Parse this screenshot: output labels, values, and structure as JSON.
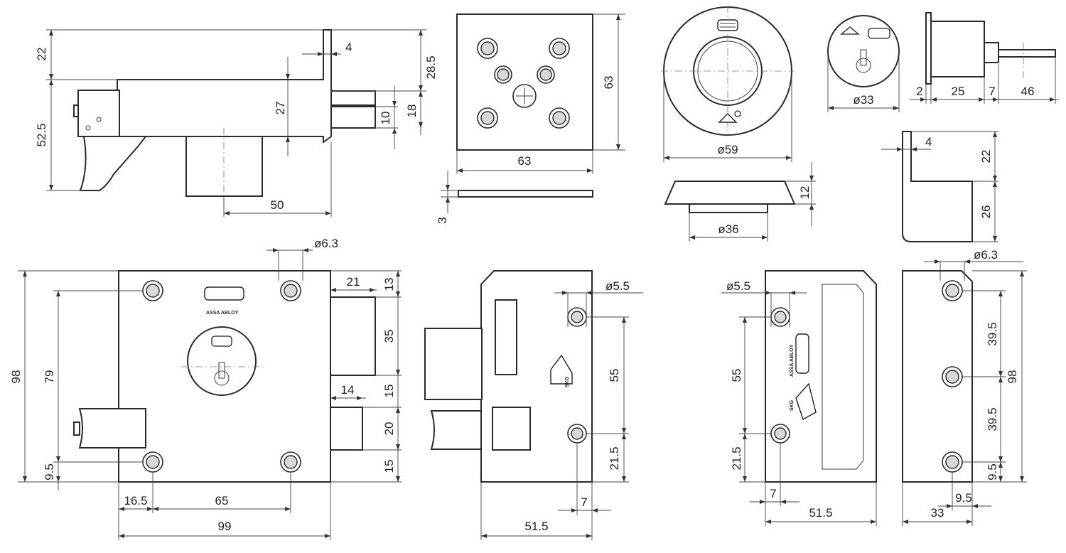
{
  "colors": {
    "stroke": "#2b2b2b",
    "fill": "#ffffff",
    "shade": "#e4e4e4"
  },
  "marks": {
    "brand": "ASSA ABLOY",
    "cert": "SKG"
  },
  "side_view": {
    "dims": {
      "top": "22",
      "height": "52.5",
      "bracket": "4",
      "depth": "28.5",
      "inner": "27",
      "bolt_a": "10",
      "bolt_b": "18",
      "offset": "50"
    }
  },
  "plate": {
    "dims": {
      "size_h": "63",
      "size_w": "63",
      "thickness": "3"
    }
  },
  "rose": {
    "dims": {
      "dia": "ø59",
      "inner_dia": "ø36",
      "height": "12"
    }
  },
  "cylinder": {
    "dims": {
      "dia": "ø33",
      "a": "2",
      "b": "25",
      "c": "7",
      "d": "46"
    }
  },
  "staple": {
    "dims": {
      "lip": "4",
      "top": "22",
      "bottom": "26"
    }
  },
  "front": {
    "dims": {
      "hole": "ø6.3",
      "height": "98",
      "centers": "79",
      "bottom": "9.5",
      "bolt_w": "21",
      "a13": "13",
      "a35": "35",
      "a15t": "15",
      "latch_w": "14",
      "a20": "20",
      "a15b": "15",
      "edge": "16.5",
      "spacing": "65",
      "width": "99"
    }
  },
  "back": {
    "dims": {
      "hole": "ø5.5",
      "spacing": "55",
      "bottom": "21.5",
      "edge": "7",
      "width": "51.5"
    }
  },
  "keep_left": {
    "dims": {
      "hole": "ø5.5",
      "spacing": "55",
      "bottom": "21.5",
      "edge": "7",
      "width": "51.5"
    }
  },
  "keep_right": {
    "dims": {
      "hole": "ø6.3",
      "upper": "39.5",
      "lower": "39.5",
      "bottom": "9.5",
      "height": "98",
      "edge": "9.5",
      "width": "33"
    }
  }
}
